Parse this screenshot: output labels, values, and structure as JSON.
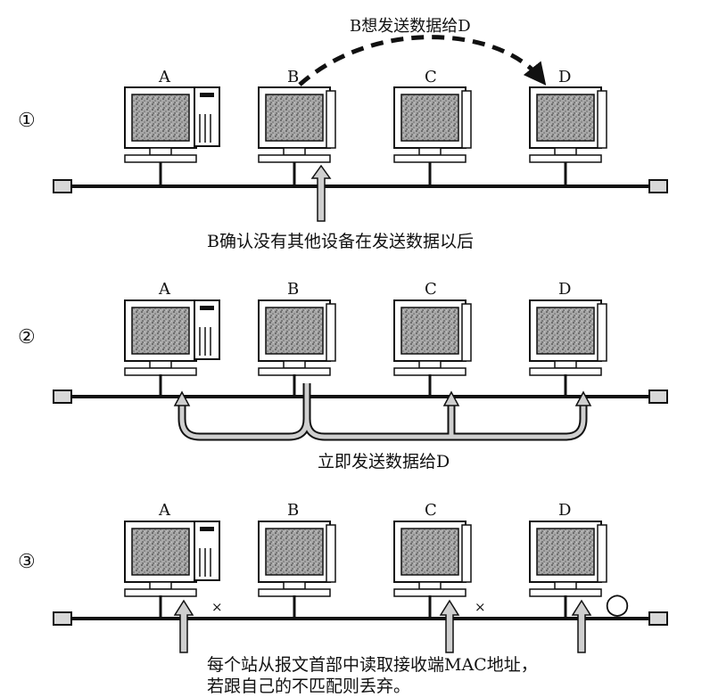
{
  "colors": {
    "ink": "#111111",
    "screen": "#9a9a9a",
    "arrow_fill": "#cfcfcf",
    "terminator": "#d8d8d8"
  },
  "stages": [
    {
      "number": "①",
      "caption_top": "B想发送数据给D",
      "caption_bottom": "B确认没有其他设备在发送数据以后",
      "nodes": [
        {
          "label": "A",
          "type": "tower"
        },
        {
          "label": "B",
          "type": "tall"
        },
        {
          "label": "C",
          "type": "tall"
        },
        {
          "label": "D",
          "type": "tall"
        }
      ]
    },
    {
      "number": "②",
      "caption_bottom": "立即发送数据给D",
      "nodes": [
        {
          "label": "A",
          "type": "tower"
        },
        {
          "label": "B",
          "type": "tall"
        },
        {
          "label": "C",
          "type": "tall"
        },
        {
          "label": "D",
          "type": "tall"
        }
      ]
    },
    {
      "number": "③",
      "caption_line1": "每个站从报文首部中读取接收端MAC地址，",
      "caption_line2": "若跟自己的不匹配则丢弃。",
      "mark_reject": "×",
      "mark_accept": "○",
      "nodes": [
        {
          "label": "A",
          "type": "tower"
        },
        {
          "label": "B",
          "type": "tall"
        },
        {
          "label": "C",
          "type": "tall"
        },
        {
          "label": "D",
          "type": "tall"
        }
      ]
    }
  ]
}
